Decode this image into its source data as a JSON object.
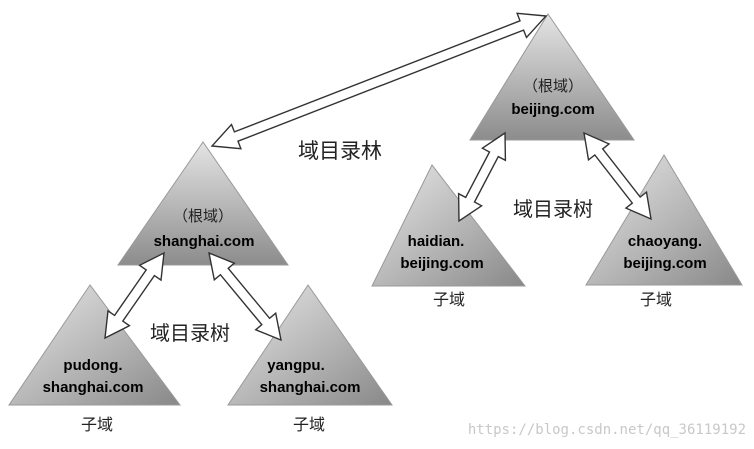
{
  "trees": {
    "beijing": {
      "root": {
        "line1": "（根域）",
        "line2": "beijing.com"
      },
      "children": [
        {
          "line1": "haidian.",
          "line2": "beijing.com",
          "caption": "子域"
        },
        {
          "line1": "chaoyang.",
          "line2": "beijing.com",
          "caption": "子域"
        }
      ],
      "tree_label": "域目录树"
    },
    "shanghai": {
      "root": {
        "line1": "（根域）",
        "line2": "shanghai.com"
      },
      "children": [
        {
          "line1": "pudong.",
          "line2": "shanghai.com",
          "caption": "子域"
        },
        {
          "line1": "yangpu.",
          "line2": "shanghai.com",
          "caption": "子域"
        }
      ],
      "tree_label": "域目录树"
    }
  },
  "forest_label": "域目录林",
  "watermark": "https://blog.csdn.net/qq_36119192",
  "colors": {
    "triangle_light": "#e2e2e2",
    "triangle_dark": "#8e8e8e",
    "arrow_fill": "#ffffff",
    "arrow_stroke": "#333333"
  }
}
